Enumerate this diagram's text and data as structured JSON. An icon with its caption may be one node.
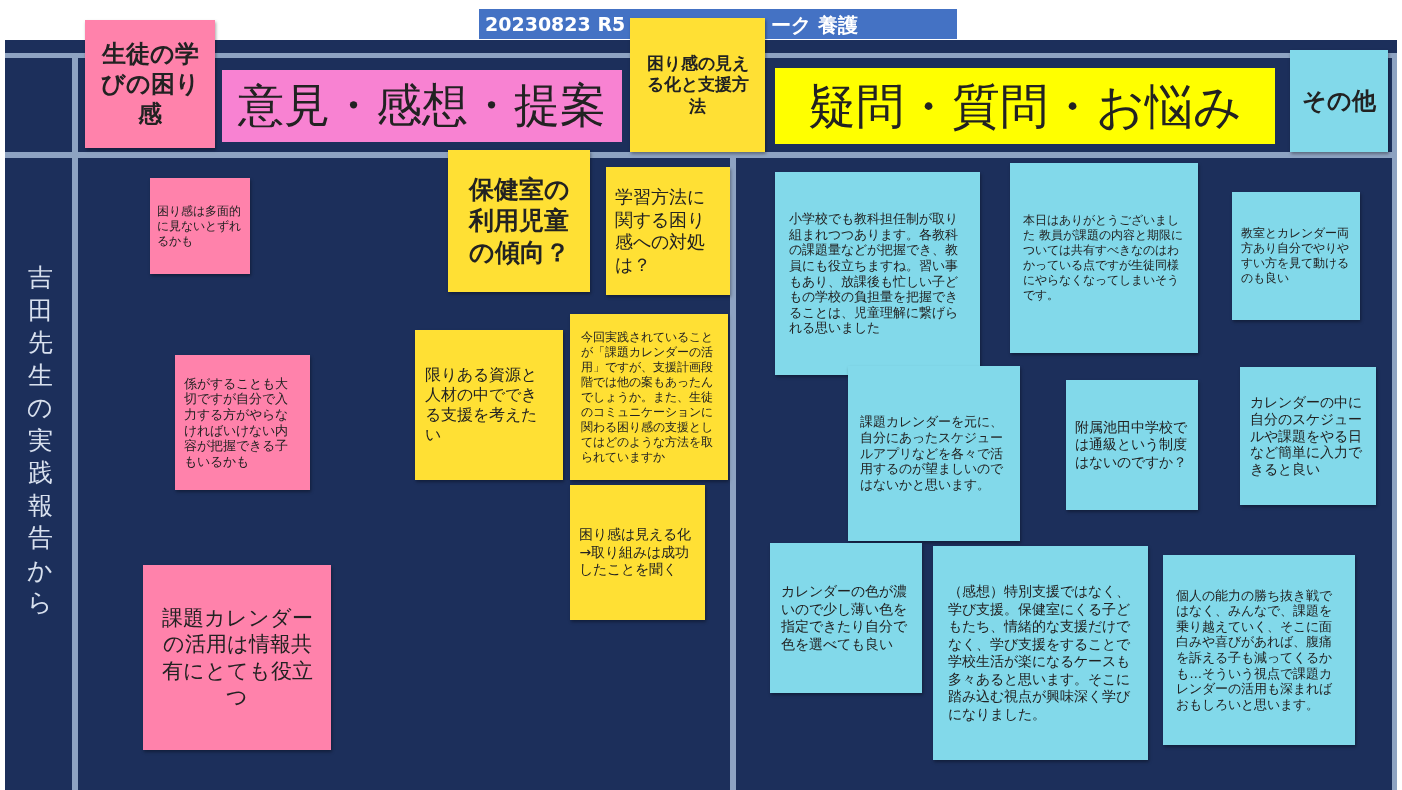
{
  "diagram": {
    "title": "20230823 R5",
    "nodes": [
      {
        "text": [
          "意見・感想・提案"
        ]
      },
      {
        "text": [
          "生徒の学びの困り感"
        ]
      },
      {
        "text": [
          "困り感の見える化と支援方法"
        ]
      },
      {
        "text": [
          "疑問・質問・お悩み"
        ]
      },
      {
        "text": [
          "その他"
        ]
      },
      {
        "text": [
          "困り感は多面的に見ないとずれるかも"
        ]
      },
      {
        "text": [
          "保健室の利用児童の傾向？"
        ]
      },
      {
        "text": [
          "学習方法に関する困り感への対処は？"
        ]
      },
      {
        "text": [
          "係がすることも大切ですが自分で入力する方がやらなければいけない内容が把握できる子もいるかも"
        ]
      },
      {
        "text": [
          "限りある資源と人材の中でできる支援を考えたい"
        ]
      },
      {
        "text": [
          "今回実践されていることが「課題カレンダーの活用」ですが、支援計画段階では他の案もあったんでしょうか。また、生徒のコミュニケーションに関わる困り感の支援としてはどのような方法を取られていますか"
        ]
      },
      {
        "text": [
          "困り感は見える化→取り組みは成功したことを聞く"
        ]
      },
      {
        "text": [
          "課題カレンダーの活用は情報共有にとても役立つ"
        ]
      },
      {
        "text": [
          "小学校でも教科担任制が取り組まれつつあります。各教科の課題量などが把握でき、教員にも役立ちますね。習い事もあり、放課後も忙しい子どもの学校の負担量を把握できることは、児童理解に繋げられる思いました"
        ]
      },
      {
        "text": [
          "本日はありがとうございました 教員が課題の内容と期限については共有すべきなのはわかっている点ですが生徒同様にやらなくなってしまいそうです。"
        ]
      },
      {
        "text": [
          "教室とカレンダー両方あり自分でやりやすい方を見て動けるのも良い"
        ]
      },
      {
        "text": [
          "課題カレンダーを元に、自分にあったスケジュールアプリなどを各々で活用するのが望ましいのではないかと思います。"
        ]
      },
      {
        "text": [
          "附属池田中学校では通級という制度はないのですか？"
        ]
      },
      {
        "text": [
          "カレンダーの中に自分のスケジュールや課題をやる日など簡単に入力できると良い"
        ]
      },
      {
        "text": [
          "カレンダーの色が濃いので少し薄い色を指定できたり自分で色を選べても良い"
        ]
      },
      {
        "text": [
          "（感想）特別支援ではなく、学び支援。保健室にくる子どもたち、情緒的な支援だけでなく、学び支援をすることで学校生活が楽になるケースも多々あると思います。そこに踏み込む視点が興味深く学びになりました。"
        ]
      },
      {
        "text": [
          "個人の能力の勝ち抜き戦ではなく、みんなで、課題を乗り越えていく、そこに面白みや喜びがあれば、腹痛を訴える子も減ってくるかも…そういう視点で課題カレンダーの活用も深まればおもしろいと思います。"
        ]
      }
    ],
    "labels": [
      "ーク 養護",
      "吉田先生の実践報告から"
    ]
  }
}
